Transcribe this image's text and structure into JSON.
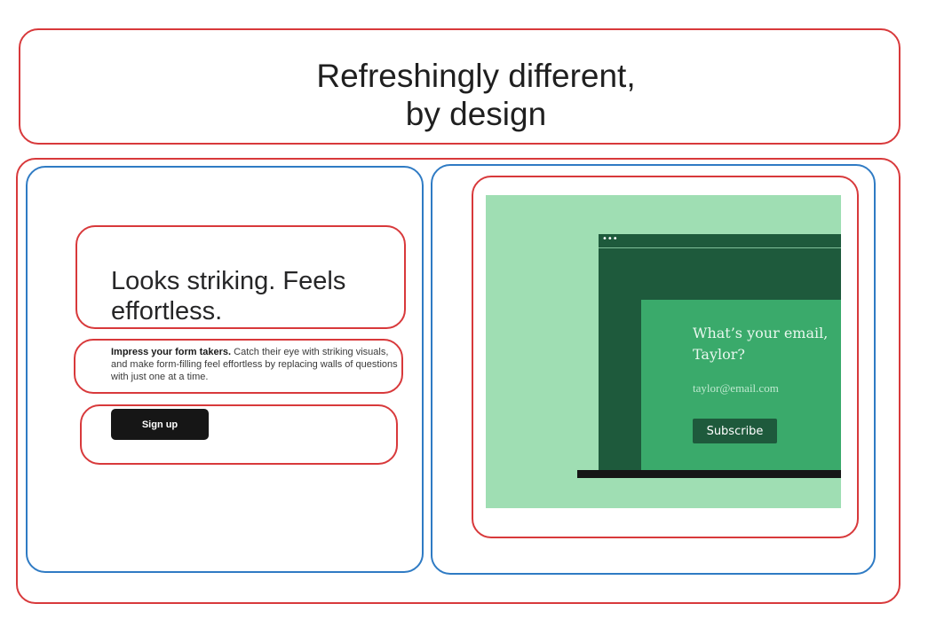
{
  "header": {
    "headline_line1": "Refreshingly different,",
    "headline_line2": "by design"
  },
  "feature": {
    "heading": "Looks striking. Feels effortless.",
    "description_bold": "Impress your form takers.",
    "description_rest": " Catch their eye with striking visuals, and make form-filling feel effortless by replacing walls of questions with just one at a time.",
    "cta_label": "Sign up"
  },
  "illustration": {
    "browser_dots": "•••",
    "question": "What’s your email, Taylor?",
    "email_value": "taylor@email.com",
    "subscribe_label": "Subscribe"
  },
  "colors": {
    "wireframe_red": "#d8393b",
    "wireframe_blue": "#2f7bc4",
    "illustration_bg": "#9fdeb3",
    "browser_dark_green": "#1e5a3c",
    "form_green": "#3aaa6b",
    "button_black": "#161616"
  }
}
